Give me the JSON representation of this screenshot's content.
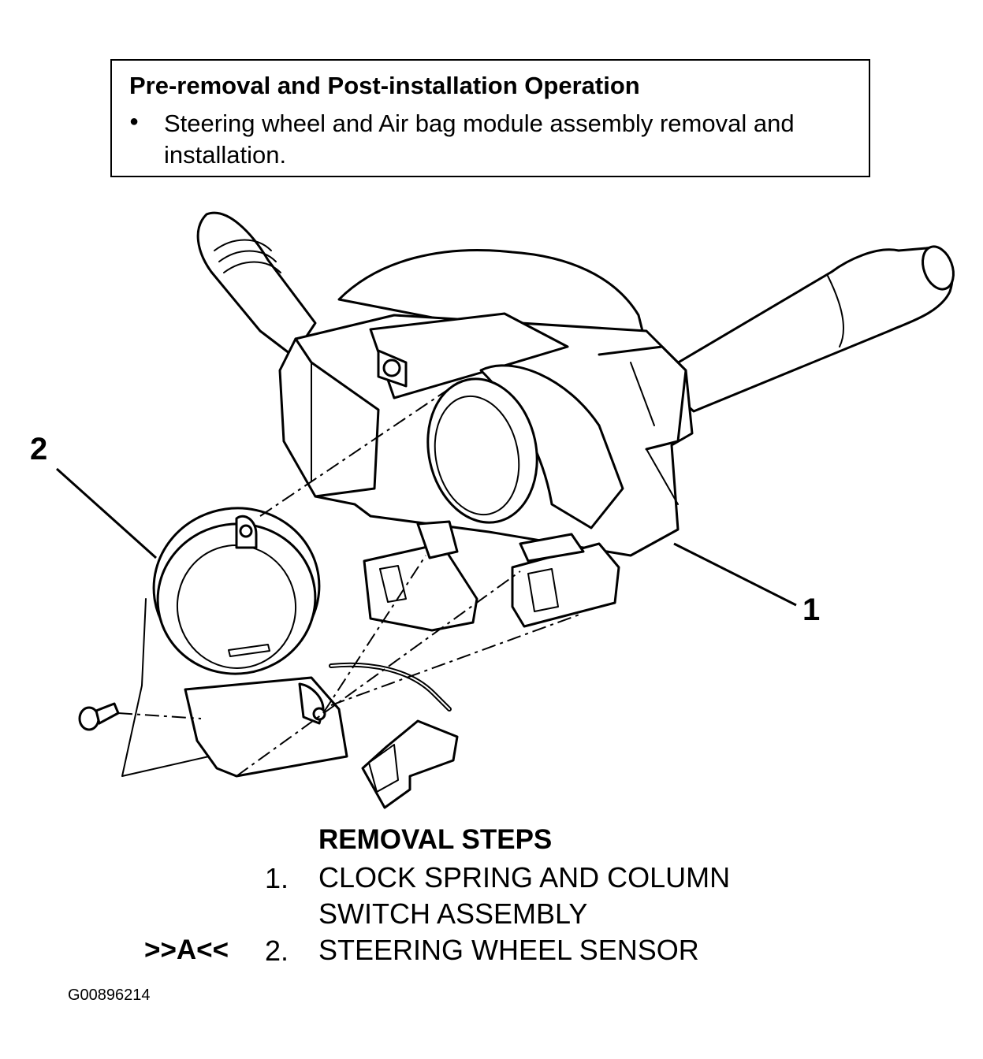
{
  "note": {
    "title": "Pre-removal and Post-installation Operation",
    "bullet_icon": "bullet-dot-icon",
    "items": [
      "Steering wheel and Air bag module assembly removal and installation."
    ]
  },
  "callouts": {
    "part_1": "1",
    "part_2": "2"
  },
  "removal": {
    "heading": "REMOVAL STEPS",
    "steps": [
      {
        "number": "1.",
        "tag": "",
        "lines": [
          "CLOCK SPRING AND COLUMN",
          "SWITCH ASSEMBLY"
        ]
      },
      {
        "number": "2.",
        "tag": ">>A<<",
        "lines": [
          "STEERING WHEEL SENSOR"
        ]
      }
    ]
  },
  "figure_code": "G00896214"
}
